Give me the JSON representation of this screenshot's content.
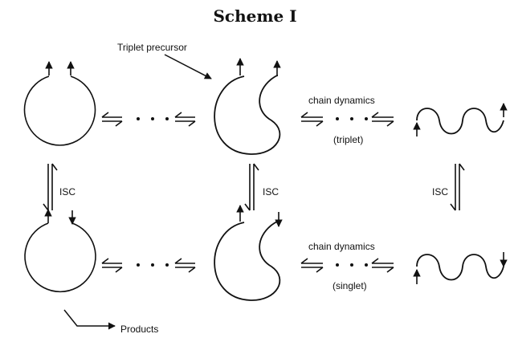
{
  "scheme": {
    "title": "Scheme I",
    "triplet_precursor_label": "Triplet precursor",
    "products_label": "Products",
    "isc_label": "ISC",
    "chain_dynamics_label": "chain dynamics",
    "triplet_label": "(triplet)",
    "singlet_label": "(singlet)"
  }
}
